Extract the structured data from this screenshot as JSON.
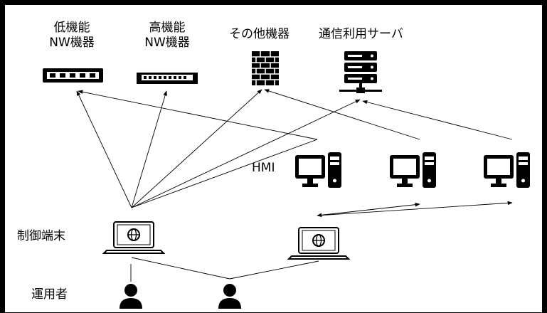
{
  "labels": {
    "low_nw": [
      "低機能",
      "NW機器"
    ],
    "high_nw": [
      "高機能",
      "NW機器"
    ],
    "other": "その他機器",
    "comm_server": "通信利用サーバ",
    "hmi": "HMI",
    "control_terminal": "制御端末",
    "operator": "運用者"
  },
  "icons": {
    "low_nw": "network-switch-icon",
    "high_nw": "rack-router-icon",
    "other": "firewall-brick-icon",
    "comm_server": "server-stack-icon",
    "hmi": "desktop-computer-icon",
    "terminal": "laptop-globe-icon",
    "operator": "person-icon"
  },
  "colors": {
    "line": "#000000",
    "background": "#ffffff"
  }
}
